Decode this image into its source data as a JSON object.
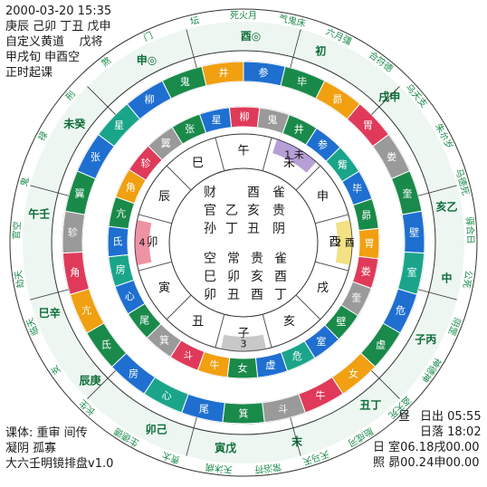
{
  "header": {
    "datetime": "2000-03-20 15:35",
    "pillars": "庚辰 己卯 丁丑 戊申",
    "mode": "自定义黄道    戊将",
    "xun": "甲戌旬 申酉空",
    "method": "正时起课"
  },
  "footer_left": {
    "ke_type": "课体: 重审 间传",
    "shensha": "凝阴 孤寡",
    "app_name": "大六壬明镜排盘v1.0"
  },
  "footer_right": {
    "day_night": "昼",
    "sunrise": "日出 05:55",
    "sunset": "日落 18:02",
    "sun_pos": "日 室06.18戌00.00",
    "moon_pos": "照 昴00.24申00.00"
  },
  "colors": {
    "green": "#1a8a4a",
    "blue": "#1f6fd1",
    "orange": "#f0a010",
    "pink": "#e03a5a",
    "purple": "#7a50b0",
    "gray": "#9a9a9a",
    "teal": "#1aa58a",
    "lightgreen": "#7bc86b",
    "yellow": "#e8c820",
    "lightblue": "#a8d8f0"
  },
  "center": {
    "sanchuan": [
      [
        "财",
        "酉",
        "雀"
      ],
      [
        "官",
        "乙",
        "亥",
        "贵"
      ],
      [
        "孙",
        "丁",
        "丑",
        "阴"
      ]
    ],
    "sike": [
      [
        "空",
        "常",
        "贵",
        "雀"
      ],
      [
        "巳",
        "卯",
        "亥",
        "酉"
      ],
      [
        "卯",
        "丑",
        "酉",
        "丁"
      ]
    ]
  },
  "inner_branches": [
    "午",
    "未",
    "申",
    "酉",
    "戌",
    "亥",
    "子",
    "丑",
    "寅",
    "卯",
    "辰",
    "巳"
  ],
  "inner_marks": [
    "1 未",
    "2 酉",
    "3",
    "4"
  ],
  "inner_gods": [
    "柳",
    "鬼",
    "井",
    "参",
    "觜",
    "毕",
    "昴",
    "胃",
    "娄",
    "奎",
    "壁",
    "室",
    "危",
    "虚",
    "女",
    "牛",
    "斗",
    "箕",
    "尾",
    "心",
    "房",
    "氐",
    "亢",
    "角",
    "轸",
    "翼",
    "张",
    "星"
  ],
  "outer_gods": [
    "参",
    "毕",
    "昴",
    "胃",
    "娄",
    "奎",
    "壁",
    "室",
    "危",
    "虚",
    "女",
    "牛",
    "斗",
    "箕",
    "尾",
    "心",
    "房",
    "氐",
    "亢",
    "角",
    "轸",
    "翼",
    "张",
    "星",
    "柳",
    "鬼",
    "井"
  ],
  "ring_tags": [
    "申◎",
    "酉◎",
    "初",
    "戌申",
    "亥乙",
    "中",
    "子丙",
    "丑丁",
    "末",
    "寅戊",
    "卯己",
    "辰庚",
    "巳辛",
    "午壬",
    "未癸"
  ],
  "outer_text": [
    "死火月火月天死",
    "气鬼床光破恩死",
    "六月彊解天成桥",
    "合符德辰神马神",
    "乌天支",
    "朱厼岁破",
    "马德死",
    "驿合日雷",
    "公死",
    "阴罡",
    "神德神",
    "盗天死",
    "胎成河",
    "天马天",
    "常浴符奇",
    "天沐病天",
    "贵太",
    "生德德救",
    "长生",
    "支",
    "临天",
    "劫天",
    "官空",
    "鬼",
    "禄",
    "刑",
    "煞",
    "门",
    "坛"
  ]
}
